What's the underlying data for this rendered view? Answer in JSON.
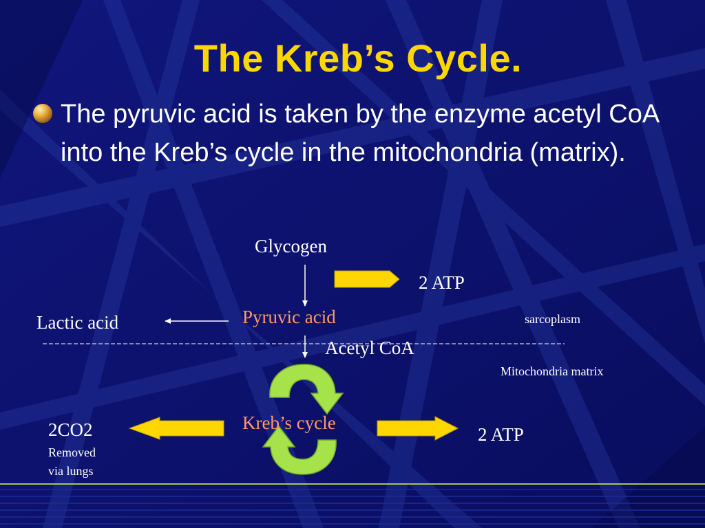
{
  "slide": {
    "title": "The Kreb’s Cycle.",
    "bullet": "The pyruvic acid is taken by the enzyme acetyl CoA into the Kreb’s cycle in the mitochondria (matrix)."
  },
  "diagram": {
    "glycogen": "Glycogen",
    "atp_top": "2 ATP",
    "pyruvic_acid": "Pyruvic acid",
    "lactic_acid": "Lactic acid",
    "sarcoplasm": "sarcoplasm",
    "acetyl_coa": "Acetyl CoA",
    "mito_matrix": "Mitochondria matrix",
    "krebs_cycle": "Kreb’s cycle",
    "co2": "2CO2",
    "removed_line1": "Removed",
    "removed_line2": "via lungs",
    "atp_right": "2 ATP"
  },
  "colors": {
    "background": "#0d1270",
    "title": "#ffd700",
    "accent_orange": "#ff9966",
    "arrow_yellow": "#ffd700",
    "cycle_green": "#a6e34a"
  }
}
